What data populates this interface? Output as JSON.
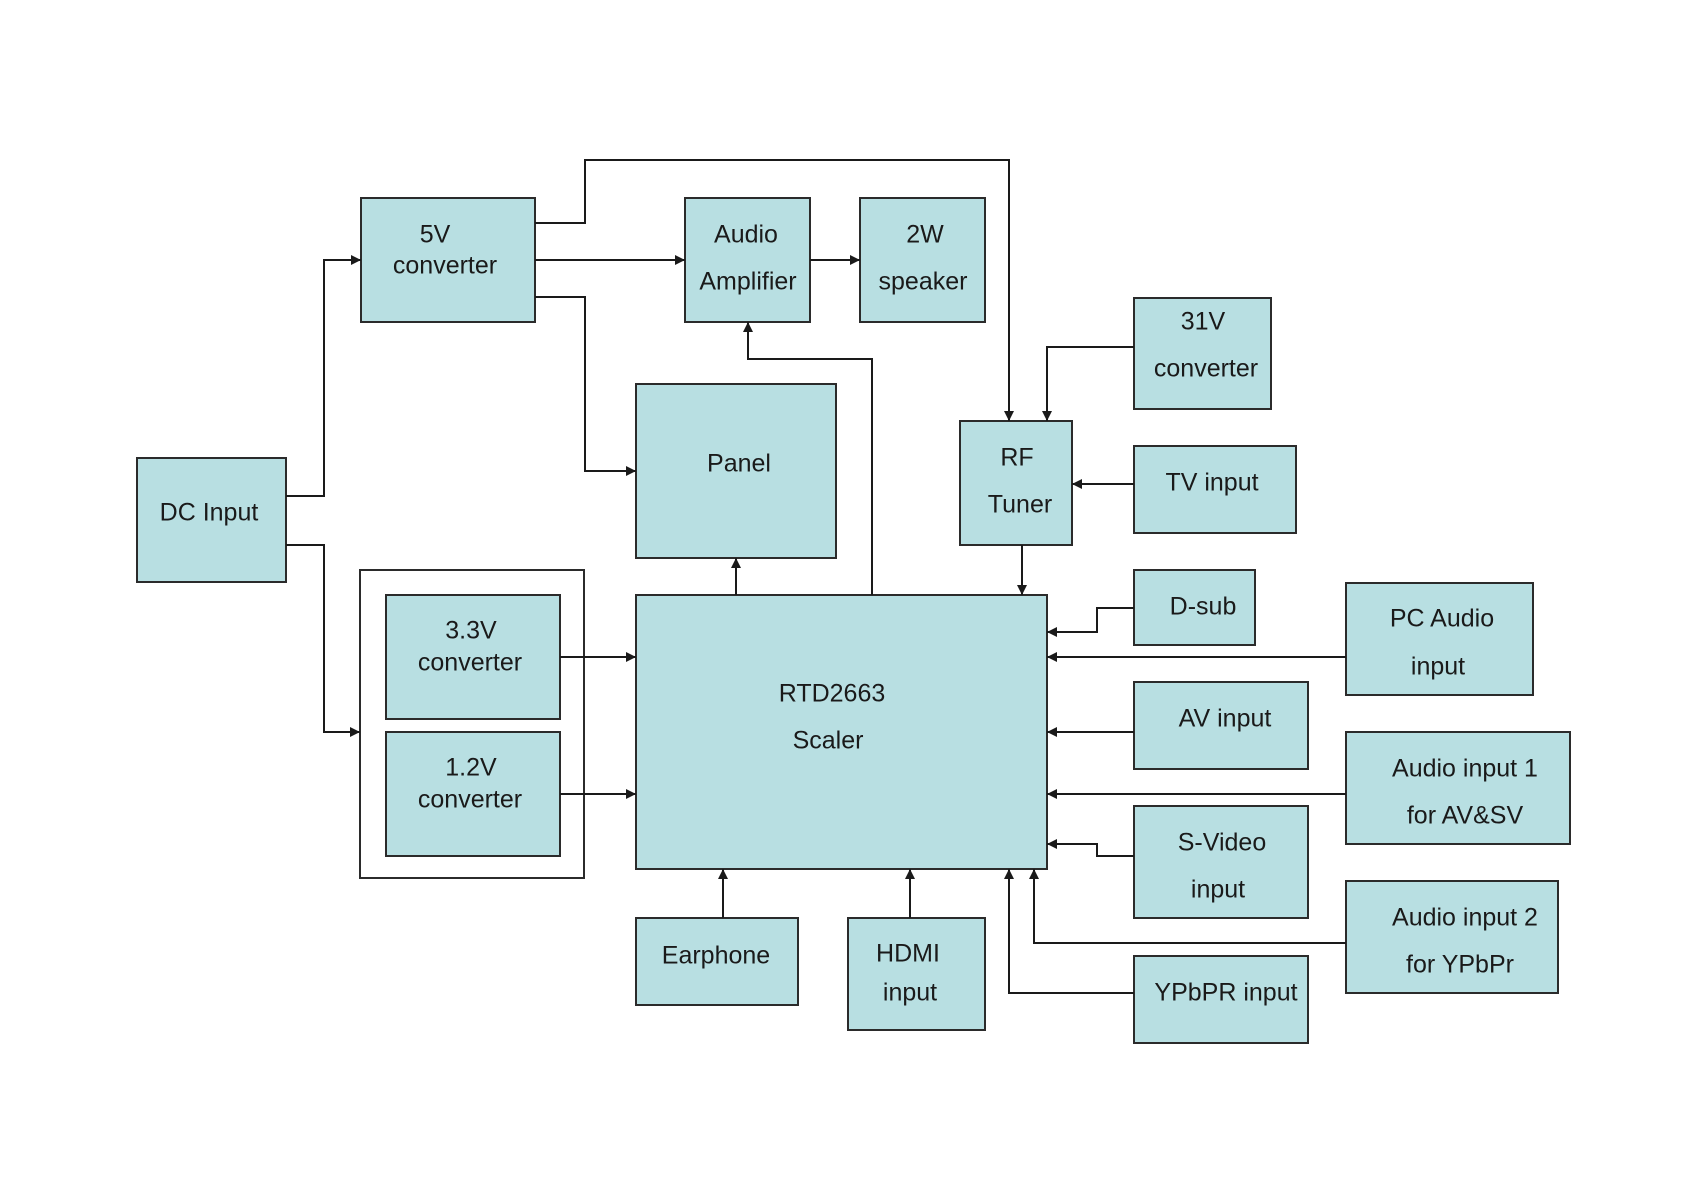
{
  "blocks": {
    "dc_input": {
      "line1": "DC Input",
      "line2": ""
    },
    "v5_converter": {
      "line1": "5V",
      "line2": "converter"
    },
    "audio_amplifier": {
      "line1": "Audio",
      "line2": "Amplifier"
    },
    "speaker_2w": {
      "line1": "2W",
      "line2": "speaker"
    },
    "panel": {
      "line1": "Panel",
      "line2": ""
    },
    "v31_converter": {
      "line1": "31V",
      "line2": "converter"
    },
    "rf_tuner": {
      "line1": "RF",
      "line2": "Tuner"
    },
    "tv_input": {
      "line1": "TV input",
      "line2": ""
    },
    "v33_converter": {
      "line1": "3.3V",
      "line2": "converter"
    },
    "v12_converter": {
      "line1": "1.2V",
      "line2": "converter"
    },
    "scaler": {
      "line1": "RTD2663",
      "line2": "Scaler"
    },
    "dsub": {
      "line1": "D-sub",
      "line2": ""
    },
    "pc_audio_input": {
      "line1": "PC Audio",
      "line2": "input"
    },
    "av_input": {
      "line1": "AV input",
      "line2": ""
    },
    "audio_input_1": {
      "line1": "Audio input 1",
      "line2": "for AV&SV"
    },
    "svideo_input": {
      "line1": "S-Video",
      "line2": "input"
    },
    "audio_input_2": {
      "line1": "Audio input 2",
      "line2": "for YPbPr"
    },
    "earphone": {
      "line1": "Earphone",
      "line2": ""
    },
    "hdmi_input": {
      "line1": "HDMI",
      "line2": "input"
    },
    "ypbpr_input": {
      "line1": "YPbPR input",
      "line2": ""
    }
  }
}
